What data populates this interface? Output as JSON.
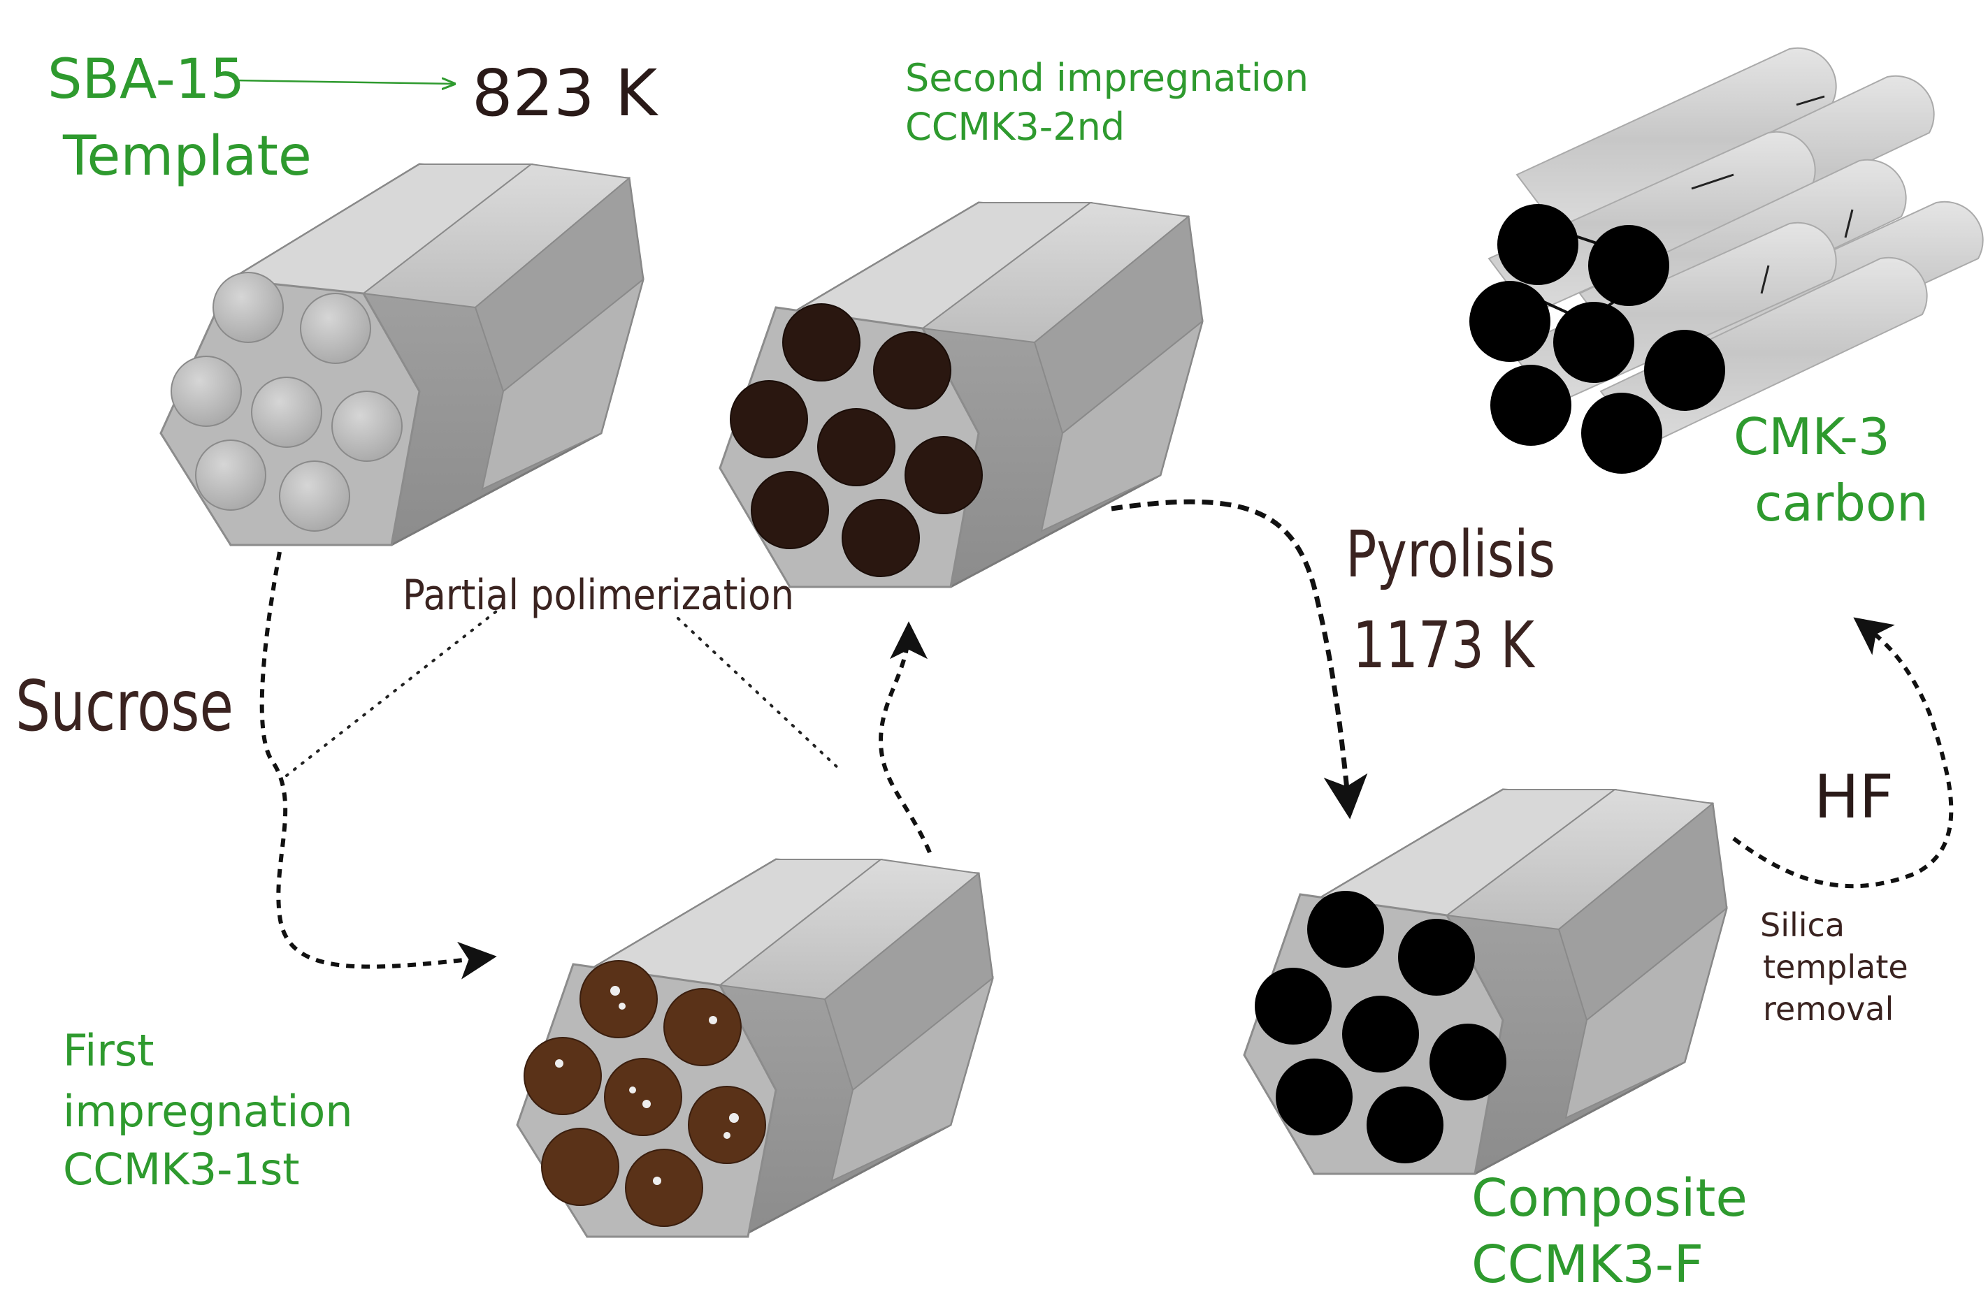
{
  "labels": {
    "sba15_line1": "SBA-15",
    "sba15_line2": "Template",
    "temp_823": "823 K",
    "second_line1": "Second impregnation",
    "second_line2": "CCMK3-2nd",
    "cmk3_line1": "CMK-3",
    "cmk3_line2": "carbon",
    "sucrose": "Sucrose",
    "partial_polymerization": "Partial polimerization",
    "pyrolisis_line1": "Pyrolisis",
    "pyrolisis_line2": "1173 K",
    "hf": "HF",
    "first_line1": "First",
    "first_line2": "impregnation",
    "first_line3": "CCMK3-1st",
    "silica_line1": "Silica",
    "silica_line2": "template",
    "silica_line3": "removal",
    "composite_line1": "Composite",
    "composite_line2": "CCMK3-F"
  },
  "colors": {
    "label_green": "#2e9a2e",
    "condition_text": "#3a2320",
    "silica_face": "#c6c6c6",
    "pore_empty": "#c8c8c8",
    "pore_first": "#5a3218",
    "pore_second": "#2a1710",
    "pore_carbon": "#000000"
  },
  "icons": {
    "sba15": "silica-hexagonal-rod-icon",
    "first": "partially-filled-rod-icon",
    "second": "filled-rod-icon",
    "composite": "carbon-silica-composite-icon",
    "cmk3": "carbon-rod-array-icon"
  }
}
